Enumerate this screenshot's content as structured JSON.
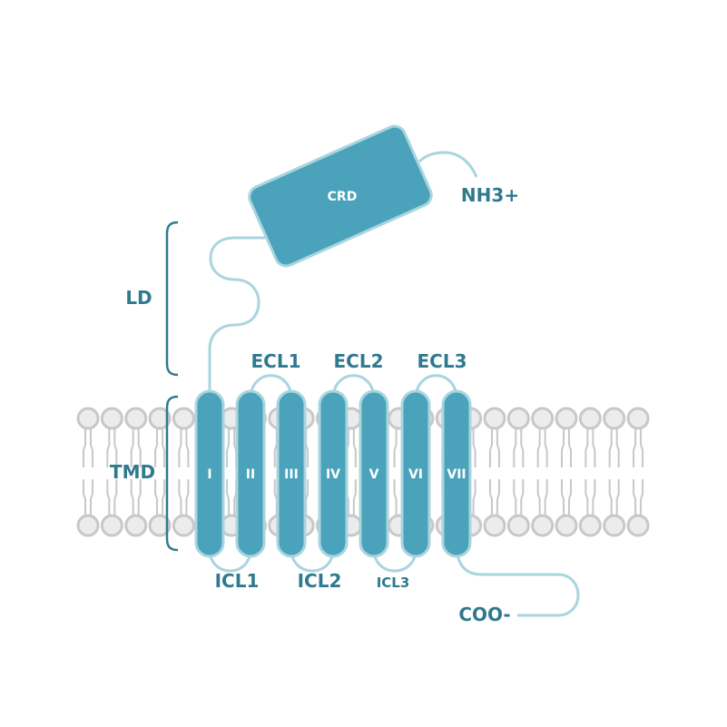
{
  "colors": {
    "helix_fill": "#4aa3bb",
    "helix_stroke": "#a9d5df",
    "label": "#2f7a8f",
    "lipid_fill": "#ececee",
    "lipid_stroke": "#c8c8c8"
  },
  "crd": {
    "label": "CRD"
  },
  "termini": {
    "n": "NH3+",
    "c": "COO-"
  },
  "domains": {
    "ld": "LD",
    "tmd": "TMD"
  },
  "loops": {
    "ecl": [
      "ECL1",
      "ECL2",
      "ECL3"
    ],
    "icl": [
      "ICL1",
      "ICL2",
      "ICL3"
    ]
  },
  "helices": [
    "I",
    "II",
    "III",
    "IV",
    "V",
    "VI",
    "VII"
  ]
}
